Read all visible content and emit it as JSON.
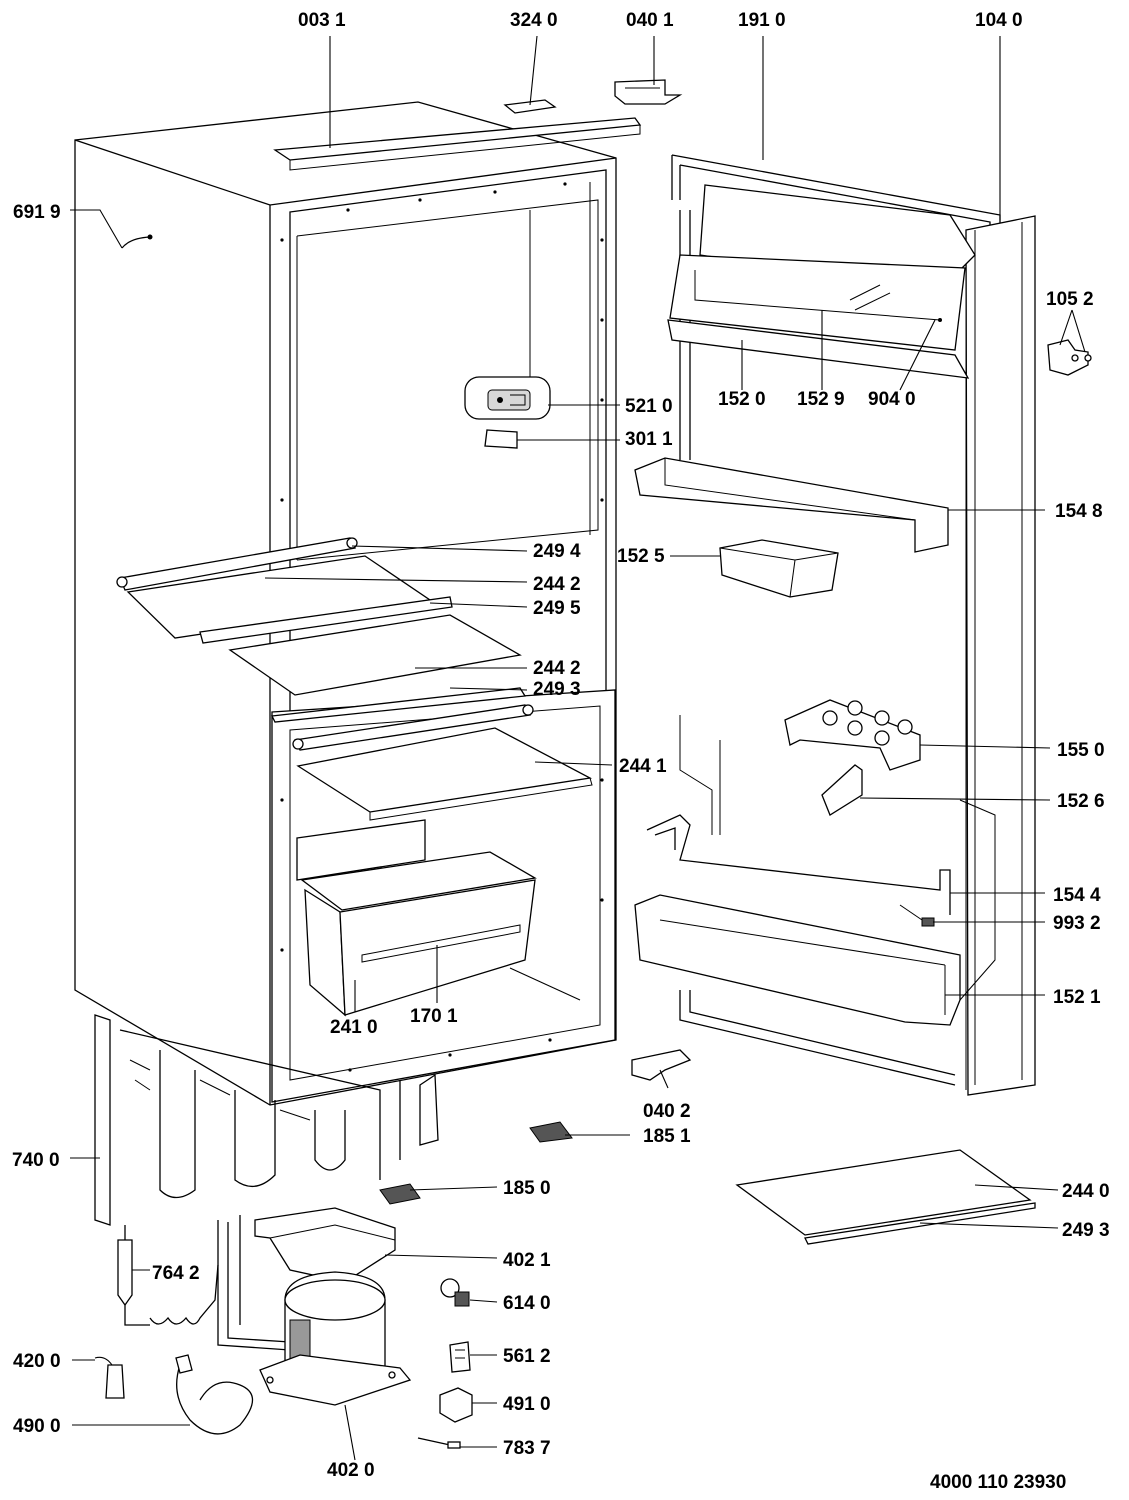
{
  "diagram": {
    "document_number": "4000 110 23930",
    "parts": [
      {
        "id": "p0031",
        "label": "003 1"
      },
      {
        "id": "p3240",
        "label": "324 0"
      },
      {
        "id": "p0401",
        "label": "040 1"
      },
      {
        "id": "p1910",
        "label": "191 0"
      },
      {
        "id": "p1040",
        "label": "104 0"
      },
      {
        "id": "p6919",
        "label": "691 9"
      },
      {
        "id": "p1052",
        "label": "105 2"
      },
      {
        "id": "p5210",
        "label": "521 0"
      },
      {
        "id": "p1520",
        "label": "152 0"
      },
      {
        "id": "p1529",
        "label": "152 9"
      },
      {
        "id": "p9040",
        "label": "904 0"
      },
      {
        "id": "p3011",
        "label": "301 1"
      },
      {
        "id": "p1548",
        "label": "154 8"
      },
      {
        "id": "p2494",
        "label": "249 4"
      },
      {
        "id": "p1525",
        "label": "152 5"
      },
      {
        "id": "p2442a",
        "label": "244 2"
      },
      {
        "id": "p2495",
        "label": "249 5"
      },
      {
        "id": "p2442b",
        "label": "244 2"
      },
      {
        "id": "p2493a",
        "label": "249 3"
      },
      {
        "id": "p1550",
        "label": "155 0"
      },
      {
        "id": "p2441",
        "label": "244 1"
      },
      {
        "id": "p1526",
        "label": "152 6"
      },
      {
        "id": "p1544",
        "label": "154 4"
      },
      {
        "id": "p9932",
        "label": "993 2"
      },
      {
        "id": "p1521",
        "label": "152 1"
      },
      {
        "id": "p2410",
        "label": "241 0"
      },
      {
        "id": "p1701",
        "label": "170 1"
      },
      {
        "id": "p0402",
        "label": "040 2"
      },
      {
        "id": "p1851",
        "label": "185 1"
      },
      {
        "id": "p7400",
        "label": "740 0"
      },
      {
        "id": "p1850",
        "label": "185 0"
      },
      {
        "id": "p2440",
        "label": "244 0"
      },
      {
        "id": "p2493b",
        "label": "249 3"
      },
      {
        "id": "p4021",
        "label": "402 1"
      },
      {
        "id": "p7642",
        "label": "764 2"
      },
      {
        "id": "p6140",
        "label": "614 0"
      },
      {
        "id": "p5612",
        "label": "561 2"
      },
      {
        "id": "p4200",
        "label": "420 0"
      },
      {
        "id": "p4910",
        "label": "491 0"
      },
      {
        "id": "p4900",
        "label": "490 0"
      },
      {
        "id": "p7837",
        "label": "783 7"
      },
      {
        "id": "p4020",
        "label": "402 0"
      }
    ]
  }
}
